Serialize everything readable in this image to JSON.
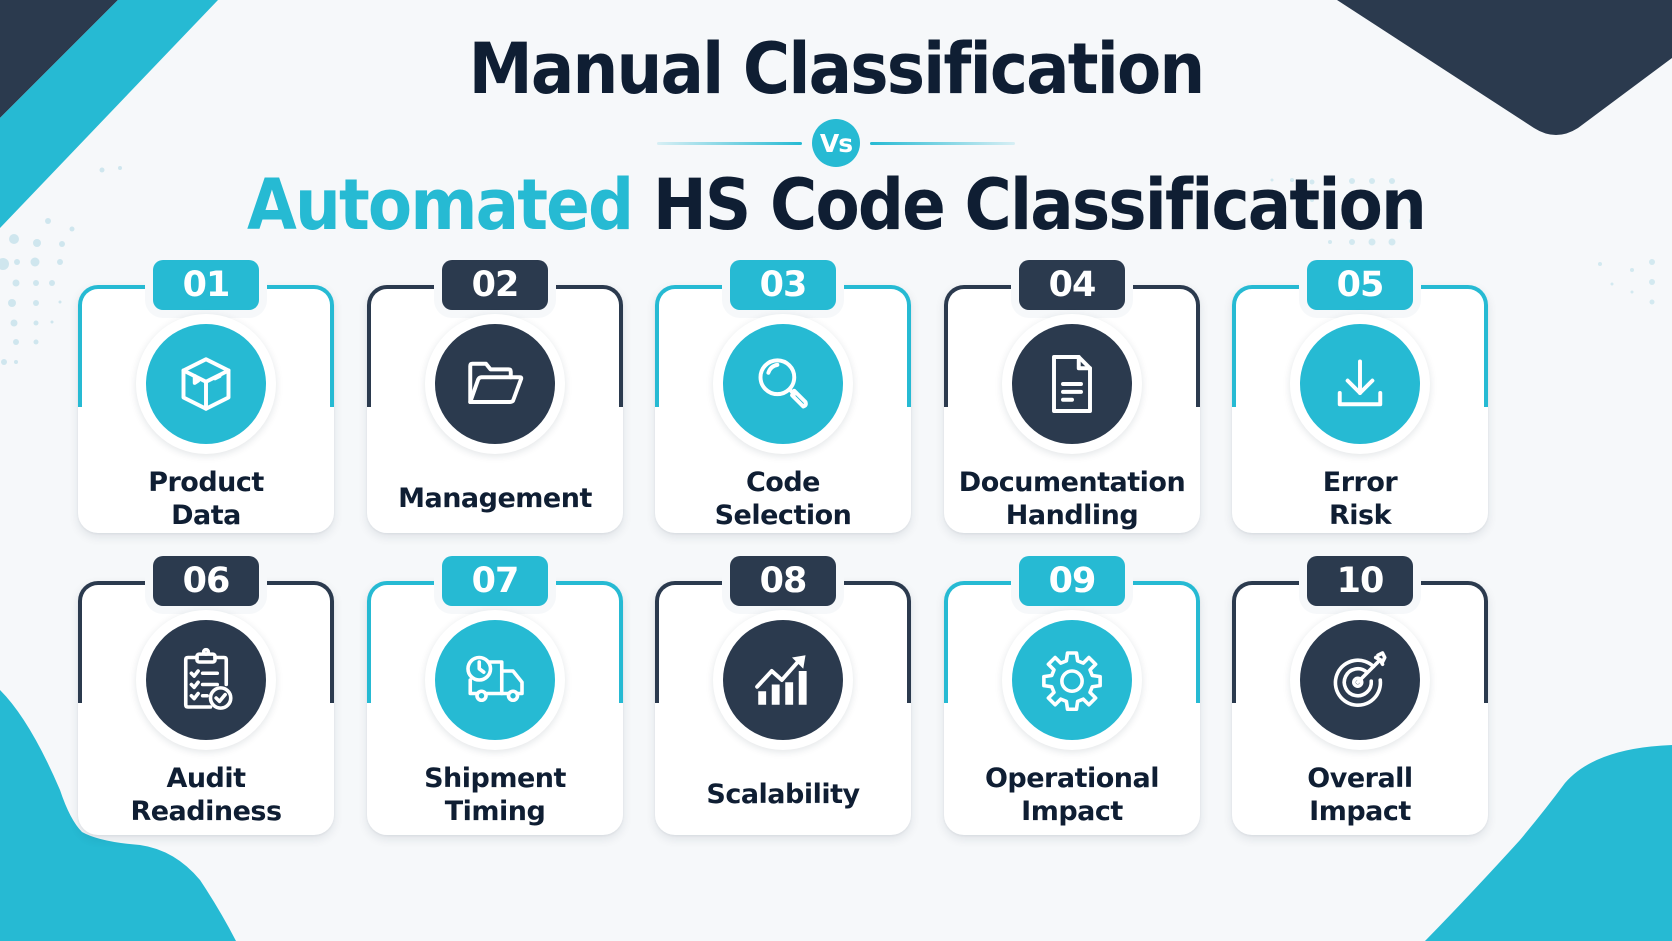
{
  "header": {
    "title_line1": "Manual Classification",
    "vs_label": "Vs",
    "title_line2_accent": "Automated",
    "title_line2_rest": "HS Code Classification"
  },
  "colors": {
    "teal": "#26BAD3",
    "navy": "#2B3A4E",
    "text_dark": "#0F1E33",
    "background": "#F6F8FA",
    "card": "#FFFFFF"
  },
  "cards": [
    {
      "number": "01",
      "theme": "teal",
      "icon": "box-icon",
      "label_lines": [
        "Product",
        "Data"
      ]
    },
    {
      "number": "02",
      "theme": "navy",
      "icon": "folder-icon",
      "label_lines": [
        "Management"
      ]
    },
    {
      "number": "03",
      "theme": "teal",
      "icon": "magnifier-icon",
      "label_lines": [
        "Code",
        "Selection"
      ]
    },
    {
      "number": "04",
      "theme": "navy",
      "icon": "document-icon",
      "label_lines": [
        "Documentation",
        "Handling"
      ]
    },
    {
      "number": "05",
      "theme": "teal",
      "icon": "download-icon",
      "label_lines": [
        "Error",
        "Risk"
      ]
    },
    {
      "number": "06",
      "theme": "navy",
      "icon": "clipboard-check-icon",
      "label_lines": [
        "Audit",
        "Readiness"
      ]
    },
    {
      "number": "07",
      "theme": "teal",
      "icon": "delivery-truck-clock-icon",
      "label_lines": [
        "Shipment",
        "Timing"
      ]
    },
    {
      "number": "08",
      "theme": "navy",
      "icon": "growth-chart-icon",
      "label_lines": [
        "Scalability"
      ]
    },
    {
      "number": "09",
      "theme": "teal",
      "icon": "gear-icon",
      "label_lines": [
        "Operational",
        "Impact"
      ]
    },
    {
      "number": "10",
      "theme": "navy",
      "icon": "target-arrow-icon",
      "label_lines": [
        "Overall",
        "Impact"
      ]
    }
  ]
}
